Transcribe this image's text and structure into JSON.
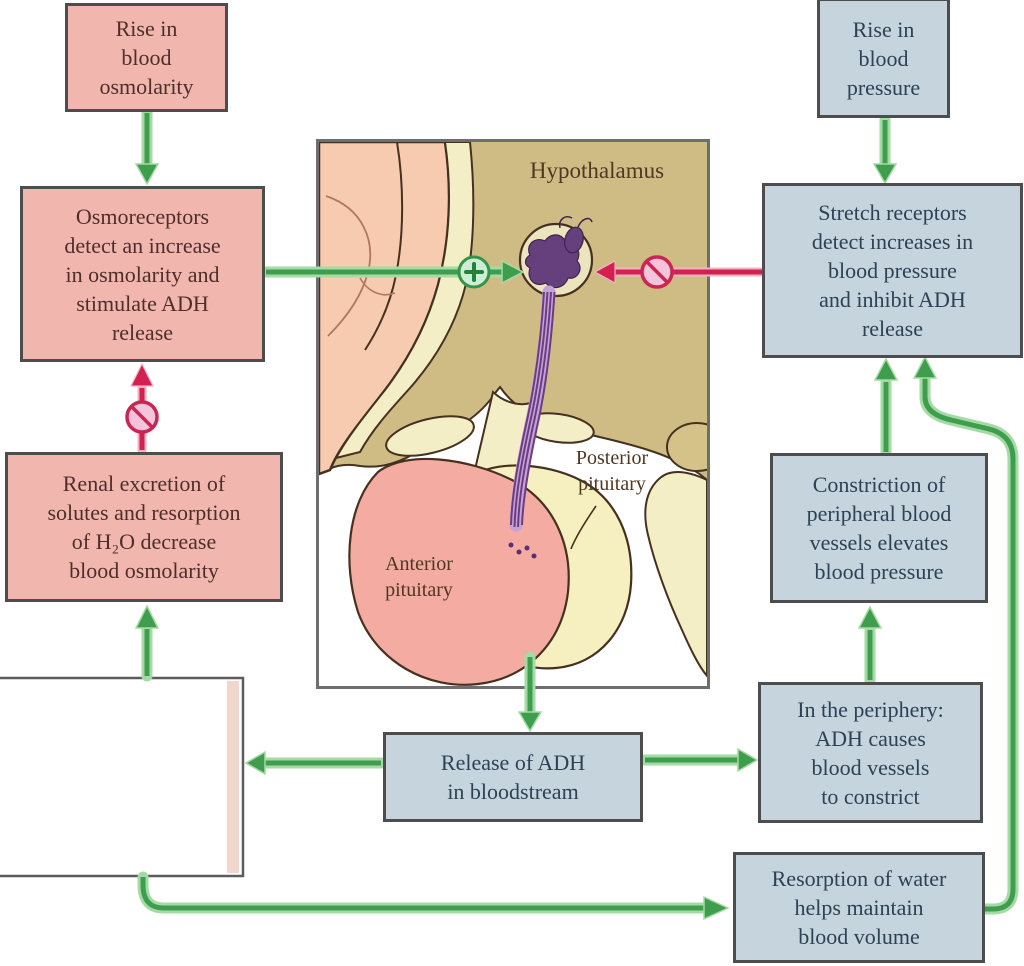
{
  "colors": {
    "pink_box_bg": "#f1b7ae",
    "pink_box_text": "#4e2e2b",
    "blue_box_bg": "#c5d4dd",
    "blue_box_text": "#2d4254",
    "box_border": "#4d4d4d",
    "green_arrow": "#3f9e4d",
    "green_arrow_glow": "#a5d9a5",
    "red_arrow": "#d22050",
    "illustration_label_text": "#4f3823"
  },
  "boxes": {
    "rise_blood_osmolarity": {
      "label": "Rise in\nblood\nosmolarity"
    },
    "osmoreceptors": {
      "label": "Osmoreceptors\ndetect an increase\nin osmolarity and\nstimulate ADH\nrelease"
    },
    "renal_excretion": {
      "label": "Renal excretion of\nsolutes and resorption\nof H₂O decrease\nblood osmolarity"
    },
    "rise_blood_pressure": {
      "label": "Rise in\nblood\npressure"
    },
    "stretch_receptors": {
      "label": "Stretch receptors\ndetect increases in\nblood pressure\nand inhibit ADH\nrelease"
    },
    "constriction": {
      "label": "Constriction of\nperipheral blood\nvessels elevates\nblood pressure"
    },
    "periphery_adh": {
      "label": "In the periphery:\nADH causes\nblood vessels\nto constrict"
    },
    "release_adh": {
      "label": "Release of ADH\nin bloodstream"
    },
    "resorption_water": {
      "label": "Resorption of water\nhelps maintain\nblood volume"
    }
  },
  "illustration": {
    "hypothalamus_label": "Hypothalamus",
    "posterior_pituitary_label": "Posterior\npituitary",
    "anterior_pituitary_label": "Anterior\npituitary"
  },
  "icons": {
    "stimulation_icon": "plus-circle",
    "inhibition_icon": "no-entry"
  }
}
